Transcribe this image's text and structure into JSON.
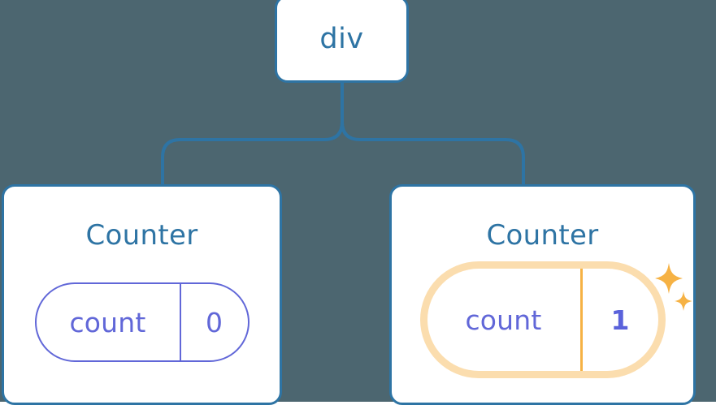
{
  "diagram": {
    "type": "component-tree",
    "background_color": "#4C6670",
    "node_border_color": "#2E74A4",
    "node_text_color": "#2E74A4",
    "state_color": "#6167D8",
    "highlight_color": "#F6B244",
    "highlight_glow_color": "#FBDDAE",
    "root": {
      "label": "div",
      "name": "root-node"
    },
    "children": [
      {
        "title": "Counter",
        "state": {
          "key": "count",
          "value": "0"
        },
        "highlighted": false
      },
      {
        "title": "Counter",
        "state": {
          "key": "count",
          "value": "1"
        },
        "highlighted": true
      }
    ],
    "icons": {
      "sparkle_large": "sparkle-icon",
      "sparkle_small": "sparkle-icon"
    }
  }
}
